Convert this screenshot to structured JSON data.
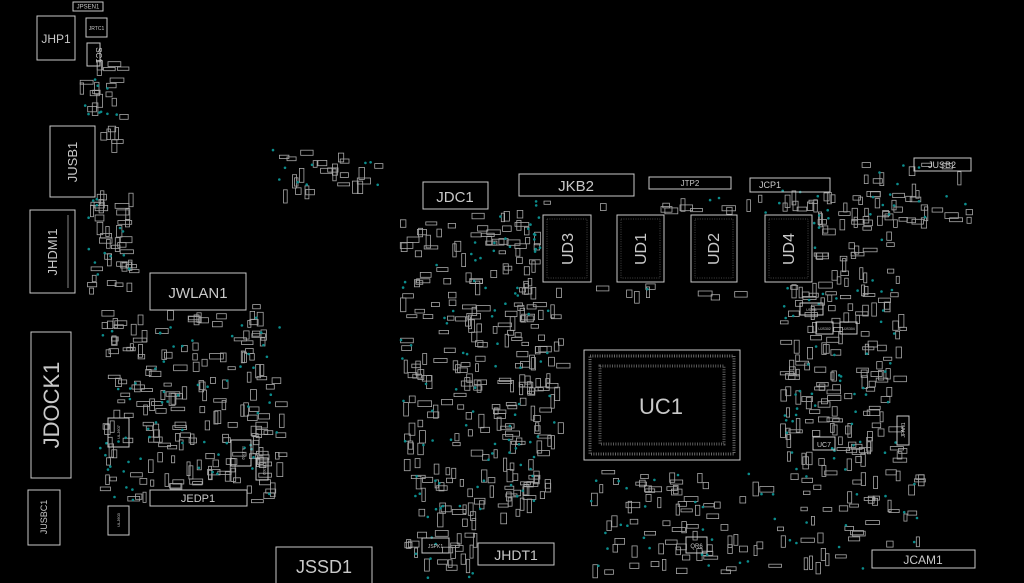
{
  "board": {
    "background": "#000000",
    "outline_color": "#c9c9c9",
    "testpoint_color": "#0b8c8c",
    "components": [
      {
        "id": "JPSEN1",
        "label": "JPSEN1"
      },
      {
        "id": "JHP1",
        "label": "JHP1"
      },
      {
        "id": "JRTC1",
        "label": "JRTC1"
      },
      {
        "id": "SC1",
        "label": "SC1"
      },
      {
        "id": "JUSB1",
        "label": "JUSB1"
      },
      {
        "id": "JHDMI1",
        "label": "JHDMI1"
      },
      {
        "id": "JWLAN1",
        "label": "JWLAN1"
      },
      {
        "id": "JDOCK1",
        "label": "JDOCK1"
      },
      {
        "id": "JUSBC1",
        "label": "JUSBC1"
      },
      {
        "id": "JEDP1",
        "label": "JEDP1"
      },
      {
        "id": "ULJ607",
        "label": "ULJ607"
      },
      {
        "id": "ULJ603",
        "label": "ULJ603"
      },
      {
        "id": "ULJ202",
        "label": "ULJ202"
      },
      {
        "id": "US302",
        "label": "US302"
      },
      {
        "id": "JDC1",
        "label": "JDC1"
      },
      {
        "id": "JKB2",
        "label": "JKB2"
      },
      {
        "id": "JTP2",
        "label": "JTP2"
      },
      {
        "id": "JCP1",
        "label": "JCP1"
      },
      {
        "id": "JUSB2",
        "label": "JUSB2"
      },
      {
        "id": "UD3",
        "label": "UD3"
      },
      {
        "id": "UD1",
        "label": "UD1"
      },
      {
        "id": "UD2",
        "label": "UD2"
      },
      {
        "id": "UD4",
        "label": "UD4"
      },
      {
        "id": "UC1",
        "label": "UC1"
      },
      {
        "id": "JSSD1",
        "label": "JSSD1"
      },
      {
        "id": "JHDT1",
        "label": "JHDT1"
      },
      {
        "id": "JSPK1",
        "label": "JSPK1"
      },
      {
        "id": "QR6",
        "label": "QR6"
      },
      {
        "id": "JCAM1",
        "label": "JCAM1"
      },
      {
        "id": "JFAN1",
        "label": "JFAN1"
      },
      {
        "id": "UC7",
        "label": "UC7"
      },
      {
        "id": "US301",
        "label": "US301"
      },
      {
        "id": "US302b",
        "label": "UJS302"
      },
      {
        "id": "US304",
        "label": "UJS304"
      }
    ]
  }
}
